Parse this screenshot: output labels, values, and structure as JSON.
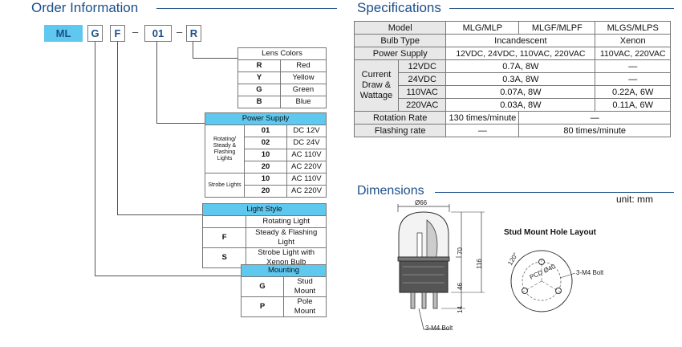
{
  "order": {
    "title": "Order Information",
    "codes": [
      "ML",
      "G",
      "F",
      "01",
      "R"
    ],
    "dash": "–",
    "lens": {
      "header": "Lens Colors",
      "rows": [
        [
          "R",
          "Red"
        ],
        [
          "Y",
          "Yellow"
        ],
        [
          "G",
          "Green"
        ],
        [
          "B",
          "Blue"
        ]
      ]
    },
    "power": {
      "header": "Power Supply",
      "group1": "Rotating/ Steady & Flashing Lights",
      "group2": "Strobe Lights",
      "rows1": [
        [
          "01",
          "DC 12V"
        ],
        [
          "02",
          "DC 24V"
        ],
        [
          "10",
          "AC 110V"
        ],
        [
          "20",
          "AC 220V"
        ]
      ],
      "rows2": [
        [
          "10",
          "AC 110V"
        ],
        [
          "20",
          "AC 220V"
        ]
      ]
    },
    "style": {
      "header": "Light Style",
      "rows": [
        [
          "",
          "Rotating Light"
        ],
        [
          "F",
          "Steady & Flashing Light"
        ],
        [
          "S",
          "Strobe Light with Xenon Bulb"
        ]
      ]
    },
    "mount": {
      "header": "Mounting",
      "rows": [
        [
          "G",
          "Stud Mount"
        ],
        [
          "P",
          "Pole Mount"
        ]
      ]
    }
  },
  "specs": {
    "title": "Specifications",
    "model_label": "Model",
    "models": [
      "MLG/MLP",
      "MLGF/MLPF",
      "MLGS/MLPS"
    ],
    "bulb_label": "Bulb Type",
    "bulb_a": "Incandescent",
    "bulb_b": "Xenon",
    "power_label": "Power Supply",
    "power_a": "12VDC, 24VDC, 110VAC, 220VAC",
    "power_b": "110VAC, 220VAC",
    "current_label": "Current Draw & Wattage",
    "current_rows": [
      [
        "12VDC",
        "0.7A, 8W",
        "—"
      ],
      [
        "24VDC",
        "0.3A, 8W",
        "—"
      ],
      [
        "110VAC",
        "0.07A, 8W",
        "0.22A, 6W"
      ],
      [
        "220VAC",
        "0.03A, 8W",
        "0.11A, 6W"
      ]
    ],
    "rotation_label": "Rotation Rate",
    "rotation_a": "130 times/minute",
    "rotation_b": "—",
    "flash_label": "Flashing rate",
    "flash_a": "—",
    "flash_b": "80 times/minute"
  },
  "dimensions": {
    "title": "Dimensions",
    "unit": "unit: mm",
    "dia": "Ø66",
    "h70": "70",
    "h46": "46",
    "h14": "14",
    "h116": "116",
    "bolt": "3-M4 Bolt",
    "stud_title": "Stud Mount Hole Layout",
    "angle": "120°",
    "pcd": "PCD Ø40",
    "bolt2": "3-M4 Bolt"
  }
}
